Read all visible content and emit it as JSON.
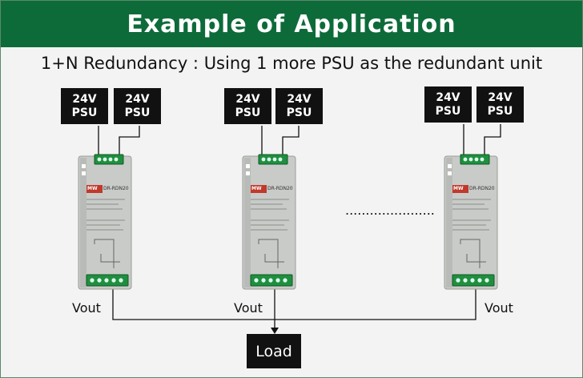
{
  "header": {
    "title": "Example of Application"
  },
  "subtitle": "1+N Redundancy : Using 1 more PSU as the redundant unit",
  "psu_label": {
    "line1": "24V",
    "line2": "PSU"
  },
  "vout_label": "Vout",
  "load_label": "Load",
  "ellipsis": "......................",
  "module": {
    "brand": "MW",
    "model": "DR-RDN20"
  },
  "colors": {
    "banner": "#0d6b3a",
    "terminal_green": "#1f8f3f",
    "box_black": "#111111"
  }
}
